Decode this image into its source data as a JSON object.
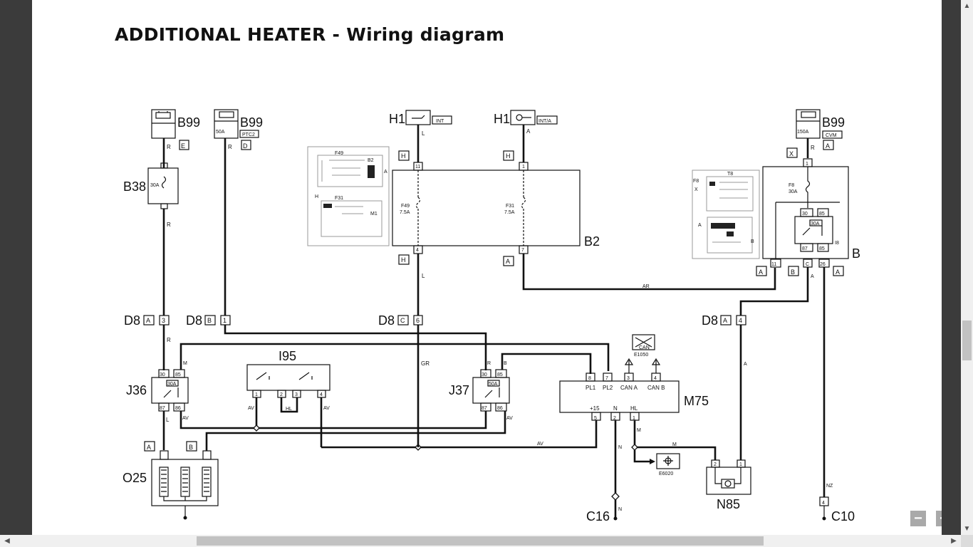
{
  "title": "ADDITIONAL HEATER - Wiring diagram",
  "zoom": {
    "minus": "−",
    "plus": "+"
  },
  "scroll": {
    "up": "▲",
    "down": "▼",
    "left": "◀",
    "right": "▶"
  },
  "components": {
    "b99_1": "B99",
    "b99_2": "B99",
    "b99_3": "B99",
    "h1_1": "H1",
    "h1_2": "H1",
    "b38": "B38",
    "b2": "B2",
    "b_right": "B",
    "d8_1": "D8",
    "d8_2": "D8",
    "d8_3": "D8",
    "d8_4": "D8",
    "j36": "J36",
    "j37": "J37",
    "i95": "I95",
    "m75": "M75",
    "o25": "O25",
    "n85": "N85",
    "c16": "C16",
    "c10": "C10",
    "e1050": "E1050",
    "e6020": "E6020",
    "m1": "M1",
    "t8": "T8"
  },
  "connectors": {
    "e": "E",
    "d": "D",
    "a": "A",
    "b": "B",
    "c": "C",
    "h": "H",
    "x": "X"
  },
  "tags": {
    "int": "INT",
    "inta": "INT/A",
    "ptc2": "PTC2",
    "cvm": "CVM"
  },
  "ratings": {
    "a30": "30A",
    "a50": "50A",
    "a150": "150A",
    "a75": "7.5A"
  },
  "fuses": {
    "f49": "F49",
    "f31": "F31",
    "f8": "F8",
    "i8": "I8"
  },
  "pins": {
    "p1": "1",
    "p2": "2",
    "p3": "3",
    "p4": "4",
    "p5": "5",
    "p6": "6",
    "p7": "7",
    "p8": "8",
    "p11": "11",
    "p26": "26",
    "p30": "30",
    "p85": "85",
    "p86": "86",
    "p87": "87"
  },
  "m75_pins": {
    "pl1": "PL1",
    "pl2": "PL2",
    "can_a": "CAN A",
    "can_b": "CAN B",
    "plus15": "+15",
    "n": "N",
    "hl": "HL"
  },
  "wires": {
    "r": "R",
    "l": "L",
    "a": "A",
    "ar": "AR",
    "gr": "GR",
    "m": "M",
    "b": "B",
    "av": "AV",
    "hl": "HL",
    "n": "N",
    "nz": "NZ"
  },
  "can_icon": "CAN"
}
